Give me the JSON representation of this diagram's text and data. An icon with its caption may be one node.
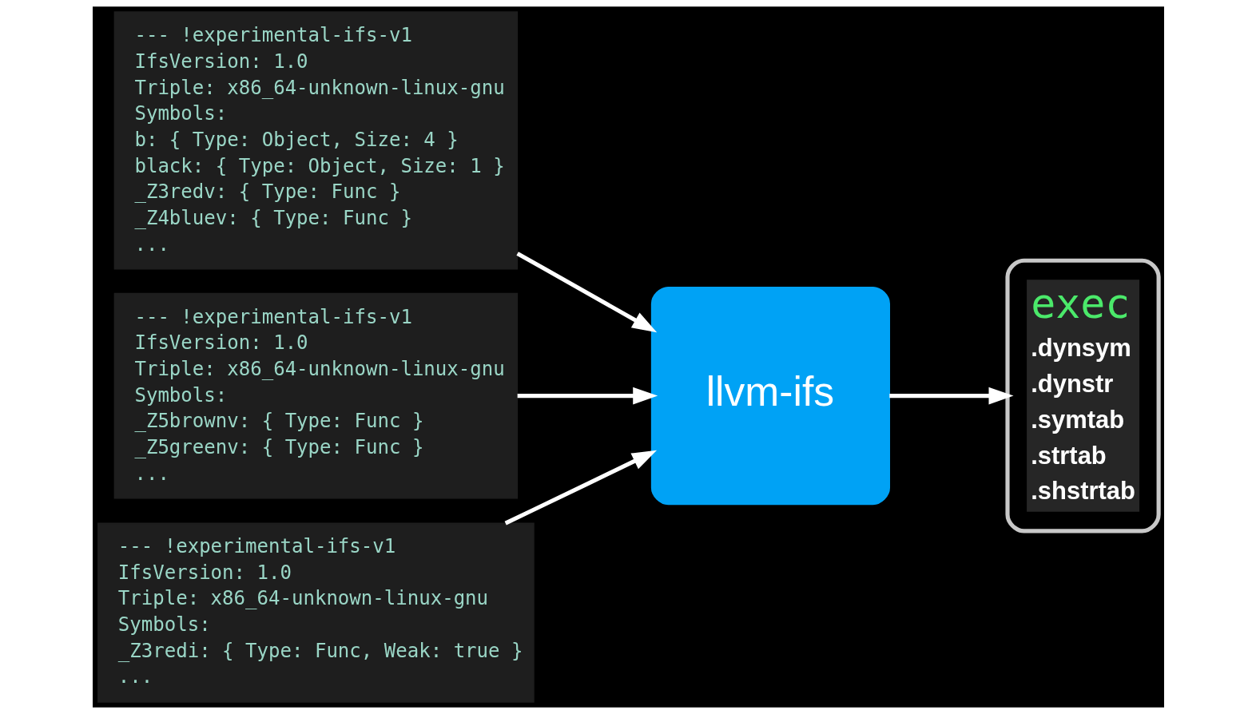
{
  "diagram": {
    "nodes": [
      {
        "text": [
          "--- !experimental-ifs-v1",
          "IfsVersion: 1.0",
          "Triple: x86_64-unknown-linux-gnu",
          "Symbols:",
          "b: { Type: Object, Size: 4 }",
          "black: { Type: Object, Size: 1 }",
          "_Z3redv: { Type: Func }",
          "_Z4bluev: { Type: Func }",
          "..."
        ]
      },
      {
        "text": [
          "--- !experimental-ifs-v1",
          "IfsVersion: 1.0",
          "Triple: x86_64-unknown-linux-gnu",
          "Symbols:",
          "_Z5brownv: { Type: Func }",
          "_Z5greenv: { Type: Func }",
          "..."
        ]
      },
      {
        "text": [
          "--- !experimental-ifs-v1",
          "IfsVersion: 1.0",
          "Triple: x86_64-unknown-linux-gnu",
          "Symbols:",
          "_Z3redi: { Type: Func, Weak: true }",
          "..."
        ]
      },
      {
        "text": [
          "llvm-ifs"
        ]
      },
      {
        "text": [
          "exec",
          ".dynsym",
          ".dynstr",
          ".symtab",
          ".strtab",
          ".shstrtab"
        ]
      }
    ],
    "edges": [
      {
        "from": 0,
        "to": 3,
        "arrow": "to"
      },
      {
        "from": 1,
        "to": 3,
        "arrow": "to"
      },
      {
        "from": 2,
        "to": 3,
        "arrow": "to"
      },
      {
        "from": 3,
        "to": 4,
        "arrow": "to"
      }
    ]
  }
}
